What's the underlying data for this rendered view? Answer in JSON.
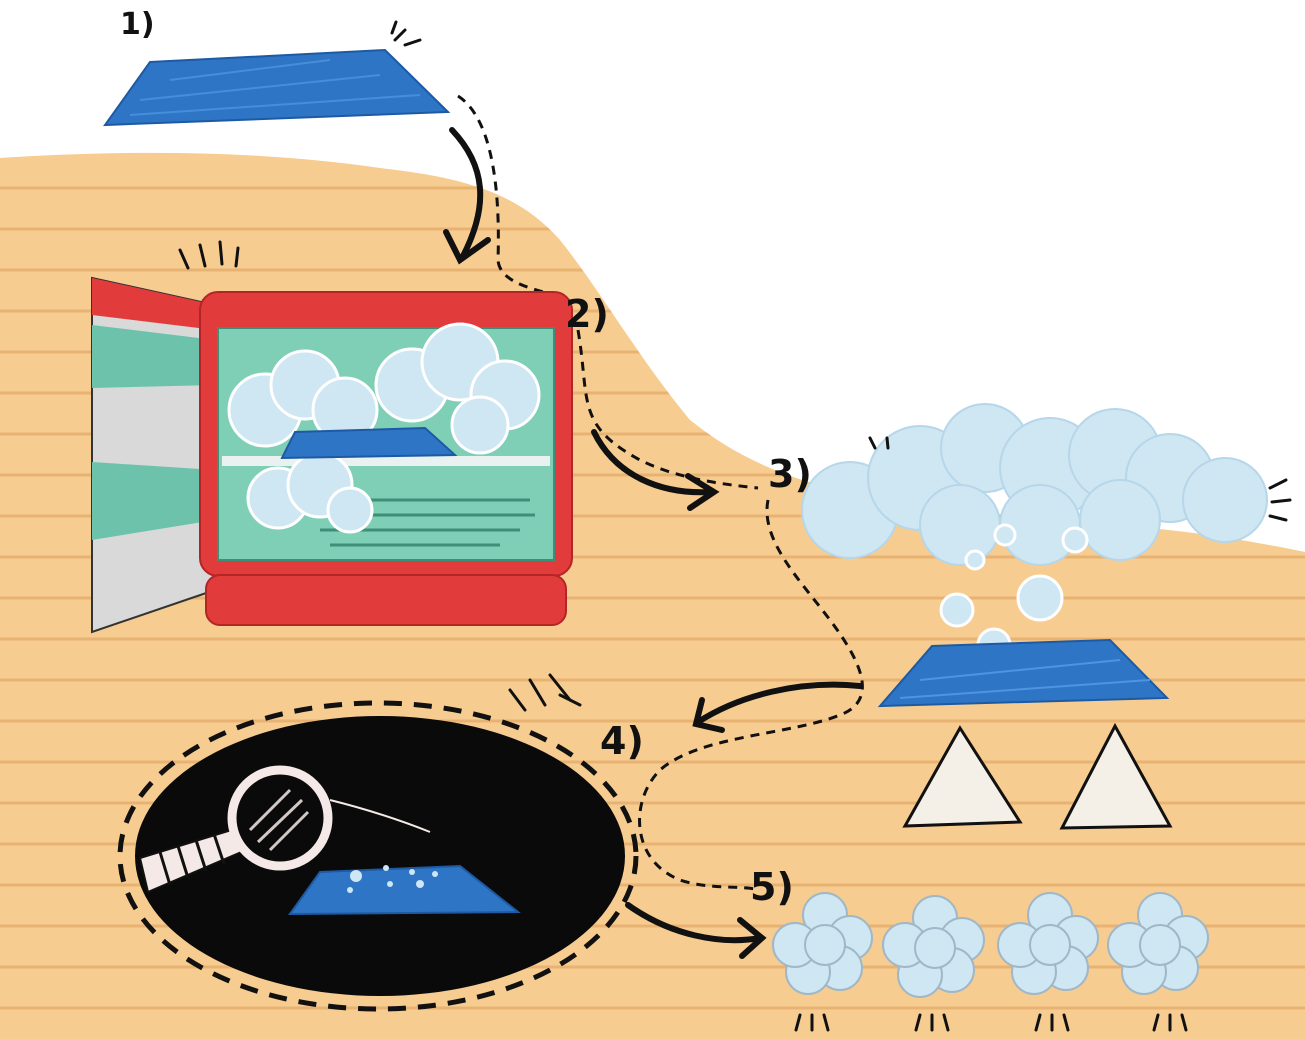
{
  "steps": [
    {
      "label": "1)"
    },
    {
      "label": "2)"
    },
    {
      "label": "3)"
    },
    {
      "label": "4)"
    },
    {
      "label": "5)"
    }
  ],
  "colors": {
    "background": "#ffffff",
    "paper": "#f7cc90",
    "paper_lines": "#e8b273",
    "sample_blue": "#2e75c6",
    "oven_red": "#e23b3b",
    "oven_interior": "#7fcfb6",
    "oven_door": "#6cc2aa",
    "cloud": "#cfe6f3",
    "dark_oval": "#0a0a0a",
    "triangle": "#f4f0e8",
    "ink": "#111111"
  },
  "icons": [
    "blue-sample-plate",
    "oven",
    "steam-cloud",
    "large-cloud",
    "condensation-drop",
    "pyramid",
    "magnifier",
    "snowflake-crystal",
    "arrow",
    "dashed-path"
  ]
}
